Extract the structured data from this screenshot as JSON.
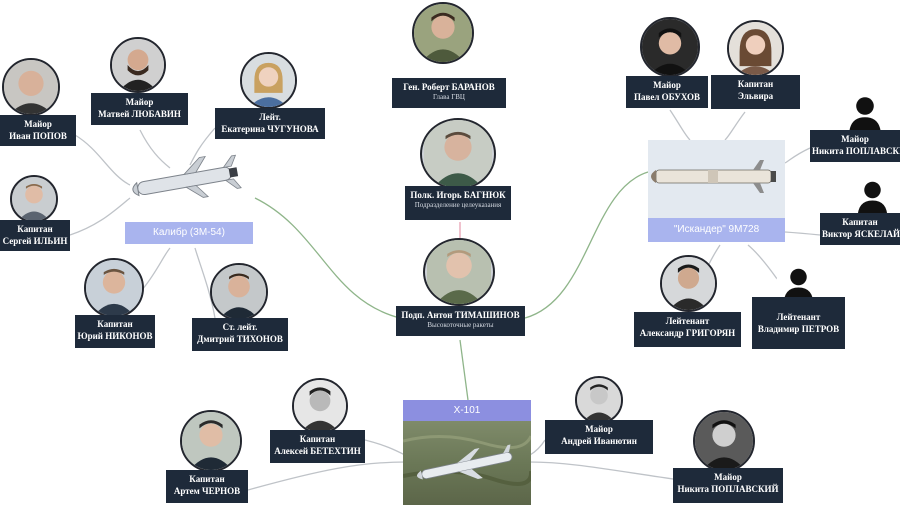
{
  "colors": {
    "card_bg": "#1e2a3a",
    "weapon_label_bg": "#a9b4ee",
    "edge_grey": "#bfc3c8",
    "edge_green": "#8fb58a",
    "edge_pink": "#e8a0b4"
  },
  "center": {
    "title": "Подп. Антон ТИМАШИНОВ",
    "subtitle": "Высокоточные ракеты"
  },
  "top": [
    {
      "title": "Ген. Роберт БАРАНОВ",
      "subtitle": "Глава ГВЦ"
    },
    {
      "title": "Полк. Игорь БАГНЮК",
      "subtitle": "Подразделение целеуказания"
    }
  ],
  "weapons": {
    "kalibr": "Калибр (3М-54)",
    "iskander": "\"Искандер\" 9М728",
    "x101": "Х-101"
  },
  "kalibr_people": [
    {
      "rank": "Майор",
      "name": "Иван ПОПОВ"
    },
    {
      "rank": "Майор",
      "name": "Матвей ЛЮБАВИН"
    },
    {
      "rank": "Лейт.",
      "name": "Екатерина ЧУГУНОВА"
    },
    {
      "rank": "Капитан",
      "name": "Сергей ИЛЬИН"
    },
    {
      "rank": "Капитан",
      "name": "Юрий НИКОНОВ"
    },
    {
      "rank": "Ст. лейт.",
      "name": "Дмитрий ТИХОНОВ"
    }
  ],
  "iskander_people": [
    {
      "rank": "Майор",
      "name": "Павел ОБУХОВ"
    },
    {
      "rank": "Капитан",
      "name": "Эльвира"
    },
    {
      "rank": "Майор",
      "name": "Никита ПОПЛАВСКИЙ"
    },
    {
      "rank": "Капитан",
      "name": "Виктор ЯСКЕЛАЙ"
    },
    {
      "rank": "Лейтенант",
      "name": "Александр ГРИГОРЯН"
    },
    {
      "rank": "Лейтенант",
      "name": "Владимир ПЕТРОВ"
    }
  ],
  "x101_people": [
    {
      "rank": "Капитан",
      "name": "Алексей БЕТЕХТИН"
    },
    {
      "rank": "Капитан",
      "name": "Артем ЧЕРНОВ"
    },
    {
      "rank": "Майор",
      "name": "Андрей Иванютин"
    },
    {
      "rank": "Майор",
      "name": "Никита ПОПЛАВСКИЙ"
    }
  ]
}
